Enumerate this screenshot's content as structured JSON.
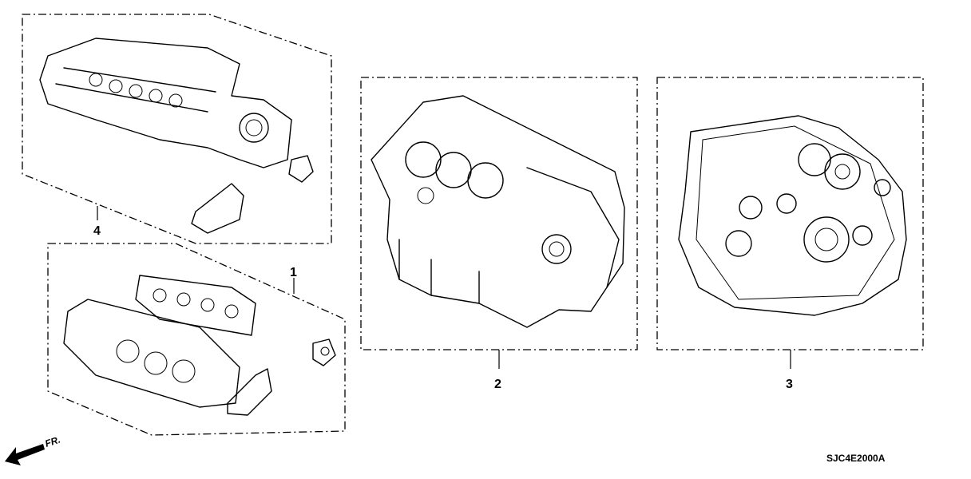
{
  "callouts": {
    "kit_1": "1",
    "kit_2": "2",
    "kit_3": "3",
    "kit_4": "4"
  },
  "front_indicator": "FR.",
  "diagram_code": "SJC4E2000A"
}
